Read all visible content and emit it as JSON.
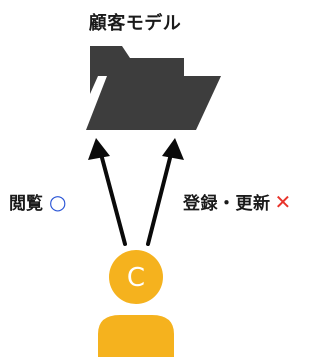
{
  "diagram": {
    "title": "顧客モデル",
    "left_label": "閲覧",
    "left_mark": "○",
    "right_label": "登録・更新",
    "right_mark": "✕",
    "user_initial": "C",
    "icons": {
      "folder": "folder-icon",
      "user": "user-icon",
      "left_arrow": "arrow-icon",
      "right_arrow": "arrow-icon"
    },
    "colors": {
      "folder": "#3d3d3d",
      "arrow": "#0a0a0a",
      "user": "#f5b21e",
      "circle_mark": "#2a55d6",
      "cross_mark": "#e8332a"
    }
  }
}
